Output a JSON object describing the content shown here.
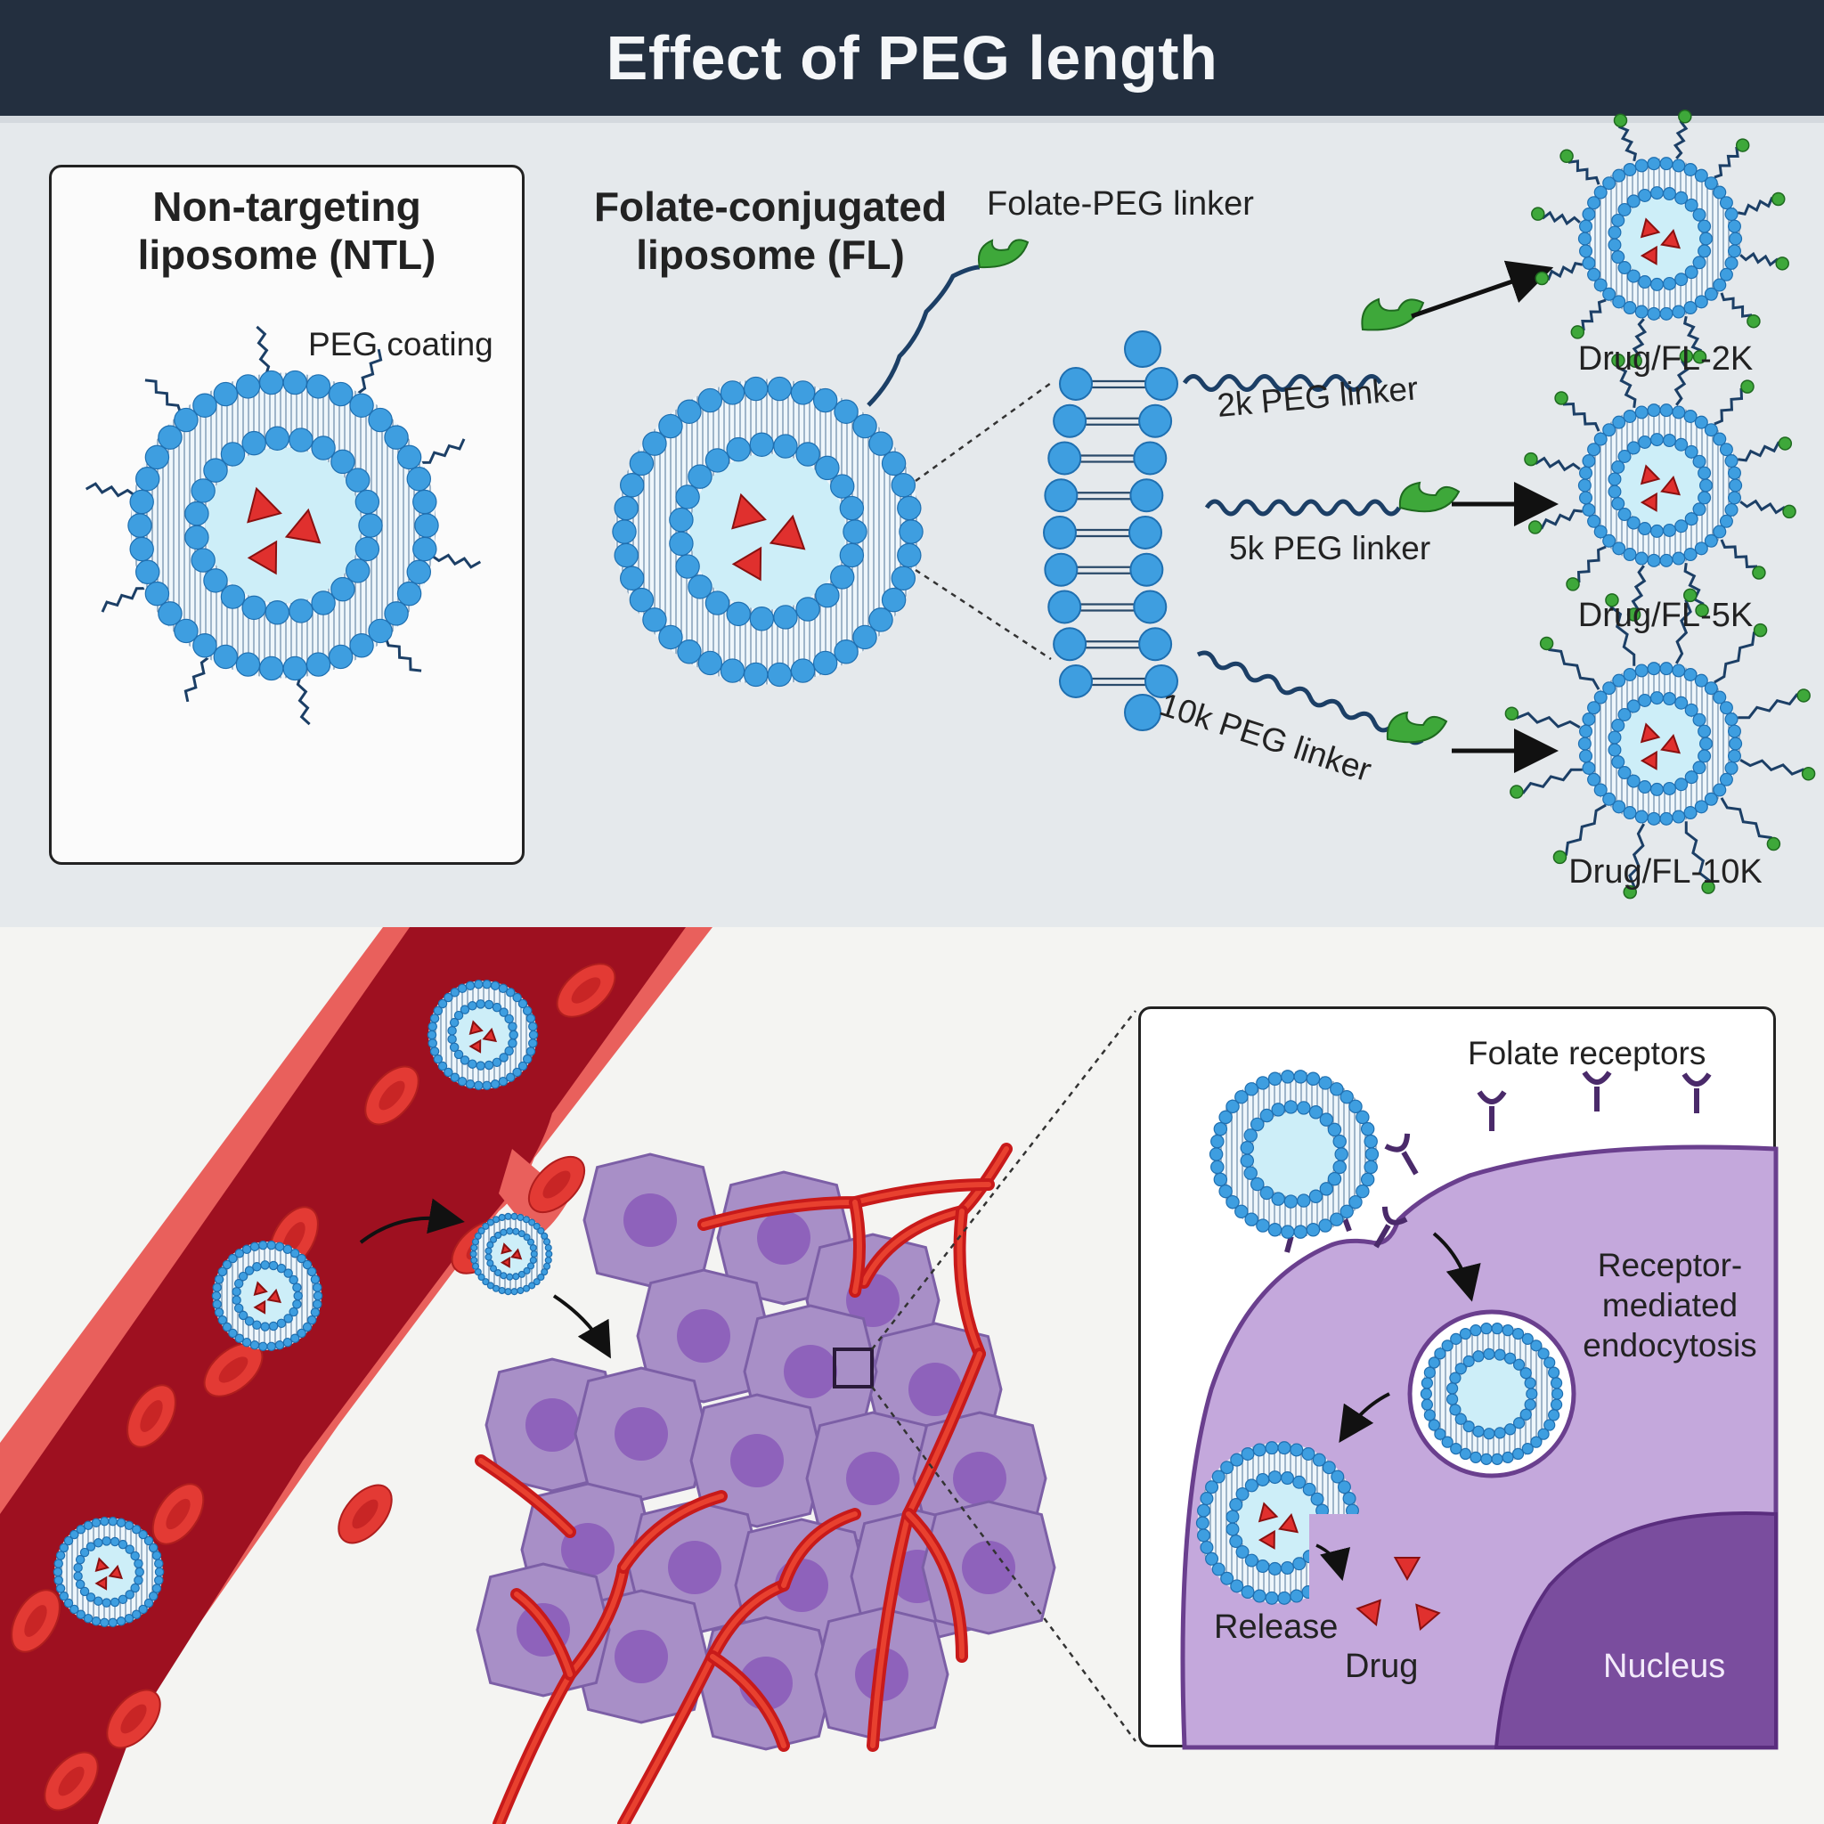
{
  "title": "Effect of PEG length",
  "ntl": {
    "title_line1": "Non-targeting",
    "title_line2": "liposome (NTL)",
    "peg_coating": "PEG coating"
  },
  "fl": {
    "title_line1": "Folate-conjugated",
    "title_line2": "liposome (FL)",
    "linker_label": "Folate-PEG linker"
  },
  "linkers": [
    {
      "label": "2k PEG linker",
      "result": "Drug/FL-2K"
    },
    {
      "label": "5k PEG linker",
      "result": "Drug/FL-5K"
    },
    {
      "label": "10k PEG linker",
      "result": "Drug/FL-10K"
    }
  ],
  "inset": {
    "receptors": "Folate receptors",
    "endocytosis_line1": "Receptor-",
    "endocytosis_line2": "mediated",
    "endocytosis_line3": "endocytosis",
    "release": "Release",
    "drug": "Drug",
    "nucleus": "Nucleus"
  },
  "colors": {
    "header_bg": "#232f3f",
    "lipid_head": "#3e9ee0",
    "liposome_core": "#cdeef8",
    "drug": "#e0302e",
    "folate": "#3ea83a",
    "vessel": "#9e1020",
    "vessel_wall": "#e9605c",
    "tumor_cell": "#a88fc7",
    "cell_body": "#c4a8dc",
    "nucleus": "#7a4d9e"
  }
}
